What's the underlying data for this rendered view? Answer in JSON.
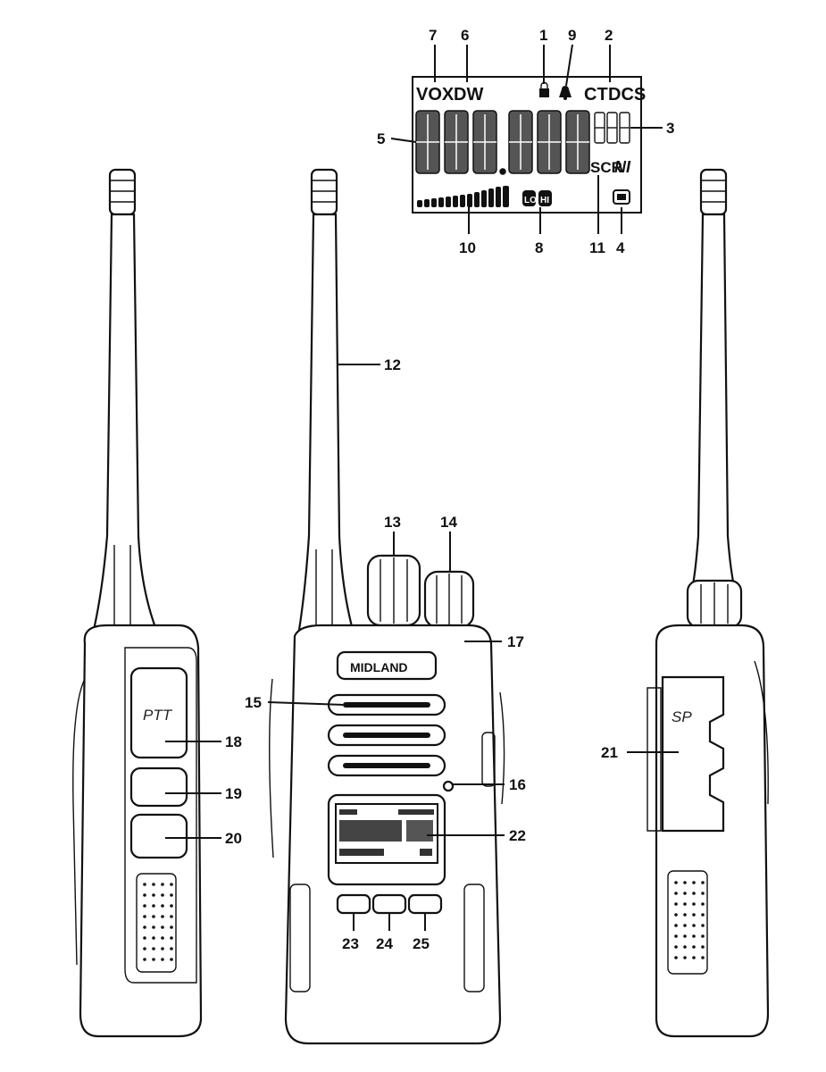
{
  "lcd": {
    "indicators": {
      "vox": "VOX",
      "dw": "DW",
      "ct": "CT",
      "dcs": "DCS",
      "scr": "SCR",
      "ni": "NI",
      "lo": "LO",
      "hi": "HI"
    },
    "callouts": [
      "1",
      "2",
      "3",
      "4",
      "5",
      "6",
      "7",
      "8",
      "9",
      "10",
      "11"
    ]
  },
  "device": {
    "brand": "MIDLAND",
    "ptt_label": "PTT",
    "sp_label": "SP",
    "callouts": [
      "12",
      "13",
      "14",
      "15",
      "16",
      "17",
      "18",
      "19",
      "20",
      "21",
      "22",
      "23",
      "24",
      "25"
    ]
  },
  "icons": [
    "lock-icon",
    "bell-icon",
    "battery-icon"
  ]
}
